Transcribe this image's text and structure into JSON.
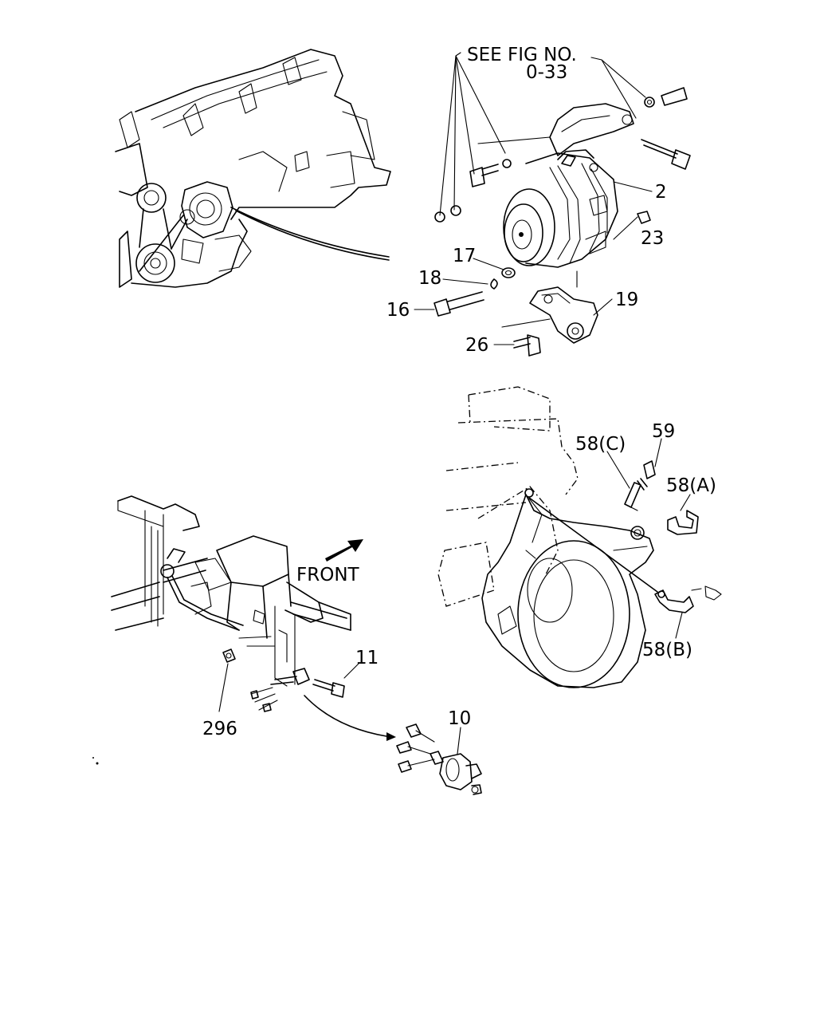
{
  "figure_reference": {
    "line1": "SEE FIG NO.",
    "line2": "0-33"
  },
  "callouts": {
    "c2": "2",
    "c23": "23",
    "c17": "17",
    "c18": "18",
    "c19": "19",
    "c16": "16",
    "c26": "26",
    "c59": "59",
    "c58c": "58(C)",
    "c58a": "58(A)",
    "c58b": "58(B)",
    "c11": "11",
    "c296": "296",
    "c10": "10"
  },
  "direction": {
    "front": "FRONT"
  }
}
